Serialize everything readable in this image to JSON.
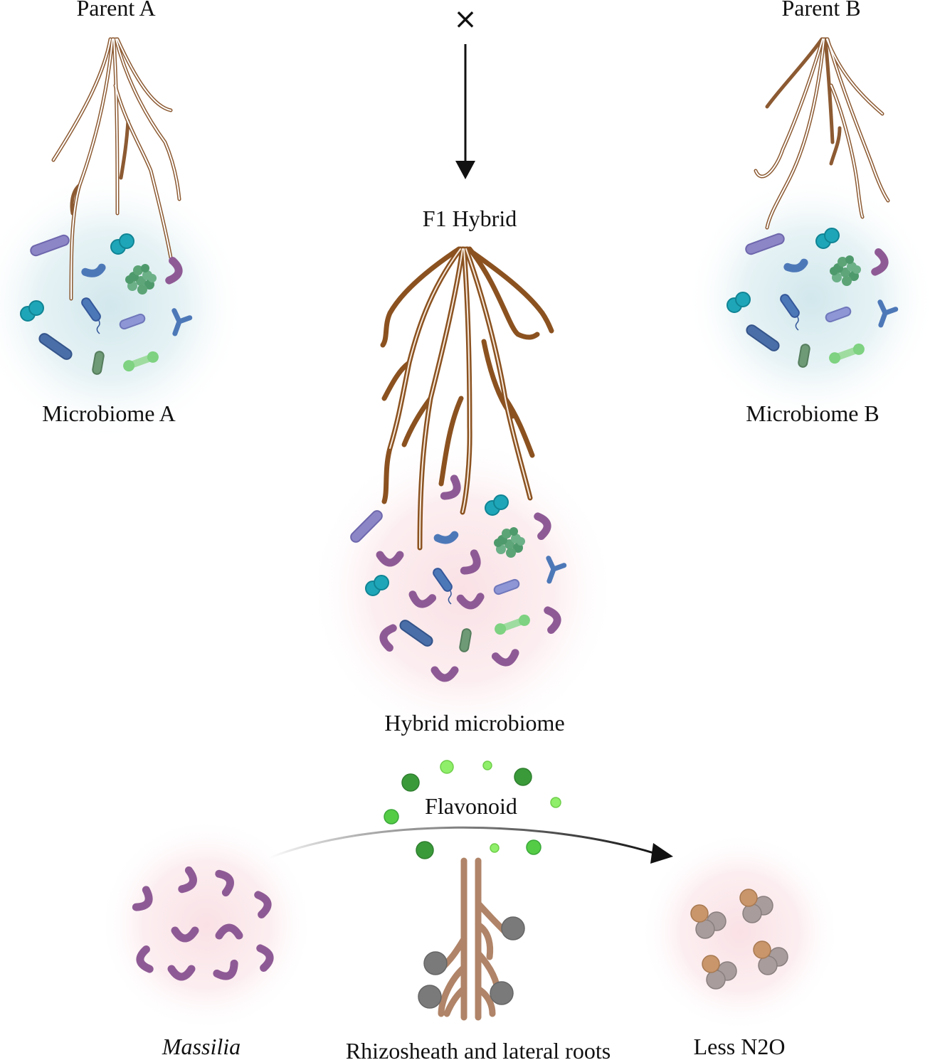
{
  "labels": {
    "parent_a": "Parent A",
    "parent_b": "Parent B",
    "cross_symbol": "×",
    "f1_hybrid": "F1 Hybrid",
    "microbiome_a": "Microbiome A",
    "microbiome_b": "Microbiome B",
    "hybrid_microbiome": "Hybrid microbiome",
    "flavonoid": "Flavonoid",
    "massilia": "Massilia",
    "rhizosheath": "Rhizosheath and lateral roots",
    "less_n2o": "Less N2O"
  },
  "colors": {
    "thin_root": "#8c5a32",
    "hybrid_root": "#8b5220",
    "rhizo_root": "#b08468",
    "parent_glow": "#bfe0e6",
    "hybrid_glow": "#f7d2da",
    "massilia": "#8e5a95",
    "flavonoid_dark": "#3a9a3a",
    "flavonoid_mid": "#55cc45",
    "flavonoid_light": "#8fee6a",
    "n2o_orange": "#c9956a",
    "n2o_gray": "#a89c9c",
    "soil_particle": "#7a7a7a",
    "arrow": "#111111"
  }
}
